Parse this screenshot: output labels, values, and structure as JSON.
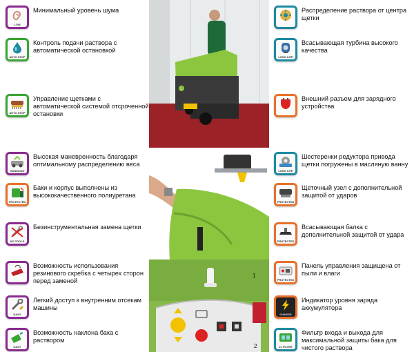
{
  "colors": {
    "purple": "#8a2b8f",
    "green": "#3aa535",
    "orange": "#e8712a",
    "teal": "#1d8aa1",
    "machine_green": "#8cc63f",
    "floor_red": "#a8262b"
  },
  "left_features": [
    {
      "text": "Минимальный уровень шума",
      "caption": "LOW",
      "icon": "ear-icon",
      "color": "purple"
    },
    {
      "text": "Контроль подачи раствора с автоматической остановкой",
      "caption": "AUTO STOP",
      "icon": "water-drop-icon",
      "color": "green"
    },
    {
      "text": "Управление щетками с автоматической системой отсроченной остановки",
      "caption": "AUTO STOP",
      "icon": "brush-icon",
      "color": "green"
    },
    {
      "text": "Высокая маневренность благодаря оптимальному распределению веса",
      "caption": "HANDLING",
      "icon": "scale-icon",
      "color": "purple"
    },
    {
      "text": "Баки и корпус выполнены из высококачественного полиуретана",
      "caption": "PROTECTED",
      "icon": "tank-icon",
      "color": "orange"
    },
    {
      "text": "Безинструментальная замена щетки",
      "caption": "NO TOOLS",
      "icon": "no-tools-icon",
      "color": "purple"
    },
    {
      "text": "Возможность использования резинового скребка с четырех сторон перед заменой",
      "caption": "",
      "icon": "squeegee-icon",
      "color": "purple"
    },
    {
      "text": "Легкий доступ к внутренним отсекам машины",
      "caption": "EASY",
      "icon": "wrench-icon",
      "color": "purple"
    },
    {
      "text": "Возможность наклона бака с раствором",
      "caption": "EASY",
      "icon": "tilt-tank-icon",
      "color": "purple"
    }
  ],
  "right_features": [
    {
      "text": "Распределение раствора от центра щетки",
      "caption": "",
      "icon": "brush-center-icon",
      "color": "teal"
    },
    {
      "text": "Всасывающая турбина высокого качества",
      "caption": "LONG LIFE",
      "icon": "turbine-icon",
      "color": "teal"
    },
    {
      "text": "Внешний разъем для зарядного устройства",
      "caption": "",
      "icon": "charger-plug-icon",
      "color": "orange"
    },
    {
      "text": "Шестеренки редуктора привода щетки погружены в масляную ванну",
      "caption": "LONG LIFE",
      "icon": "gear-oil-icon",
      "color": "teal"
    },
    {
      "text": "Щеточный узел с дополнительной защитой от ударов",
      "caption": "PROTECTED",
      "icon": "brush-head-icon",
      "color": "orange"
    },
    {
      "text": "Всасывающая балка с дополнительной защитой от удара",
      "caption": "PROTECTED",
      "icon": "suction-beam-icon",
      "color": "orange"
    },
    {
      "text": "Панель управления защищена от пыли и влаги",
      "caption": "PROTECTED",
      "icon": "control-panel-icon",
      "color": "orange"
    },
    {
      "text": "Индикатор уровня заряда аккумулятора",
      "caption": "CHARGE",
      "icon": "lightning-icon",
      "color": "orange"
    },
    {
      "text": "Фильтр входа и выхода для максимальной защиты бака для чистого раствора",
      "caption": "2x FILTER",
      "icon": "filter-icon",
      "color": "teal"
    }
  ],
  "photos": {
    "panel_markers": [
      "1",
      "2"
    ]
  }
}
